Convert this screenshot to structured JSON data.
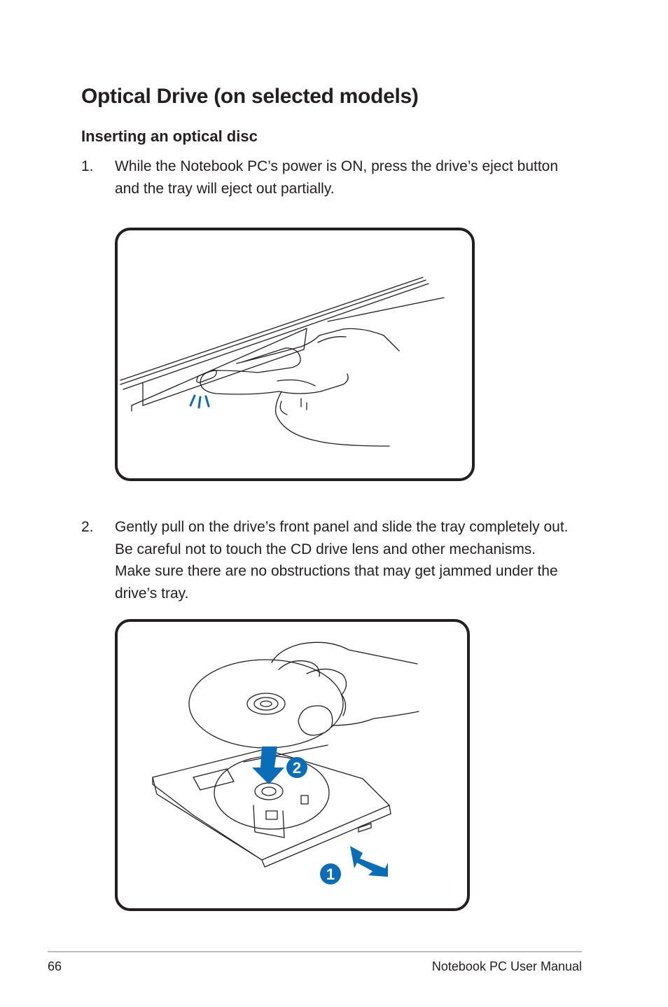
{
  "heading": "Optical Drive (on selected models)",
  "subheading": "Inserting an optical disc",
  "steps": [
    {
      "num": "1.",
      "text": "While the Notebook PC’s power is ON, press the drive’s eject button and the tray will eject out partially."
    },
    {
      "num": "2.",
      "text": "Gently pull on the drive’s front panel and slide the tray completely out. Be careful not to touch the CD drive lens and other mechanisms. Make sure there are no obstructions that may get jammed under the drive’s tray."
    }
  ],
  "figure2_callouts": [
    "1",
    "2"
  ],
  "footer": {
    "page_number": "66",
    "manual_title": "Notebook PC User Manual"
  },
  "colors": {
    "text": "#231f20",
    "accent_blue": "#0a6db7",
    "rule": "#bcbcbc"
  },
  "icons": [
    "eject-press-illustration",
    "tray-pull-illustration"
  ]
}
